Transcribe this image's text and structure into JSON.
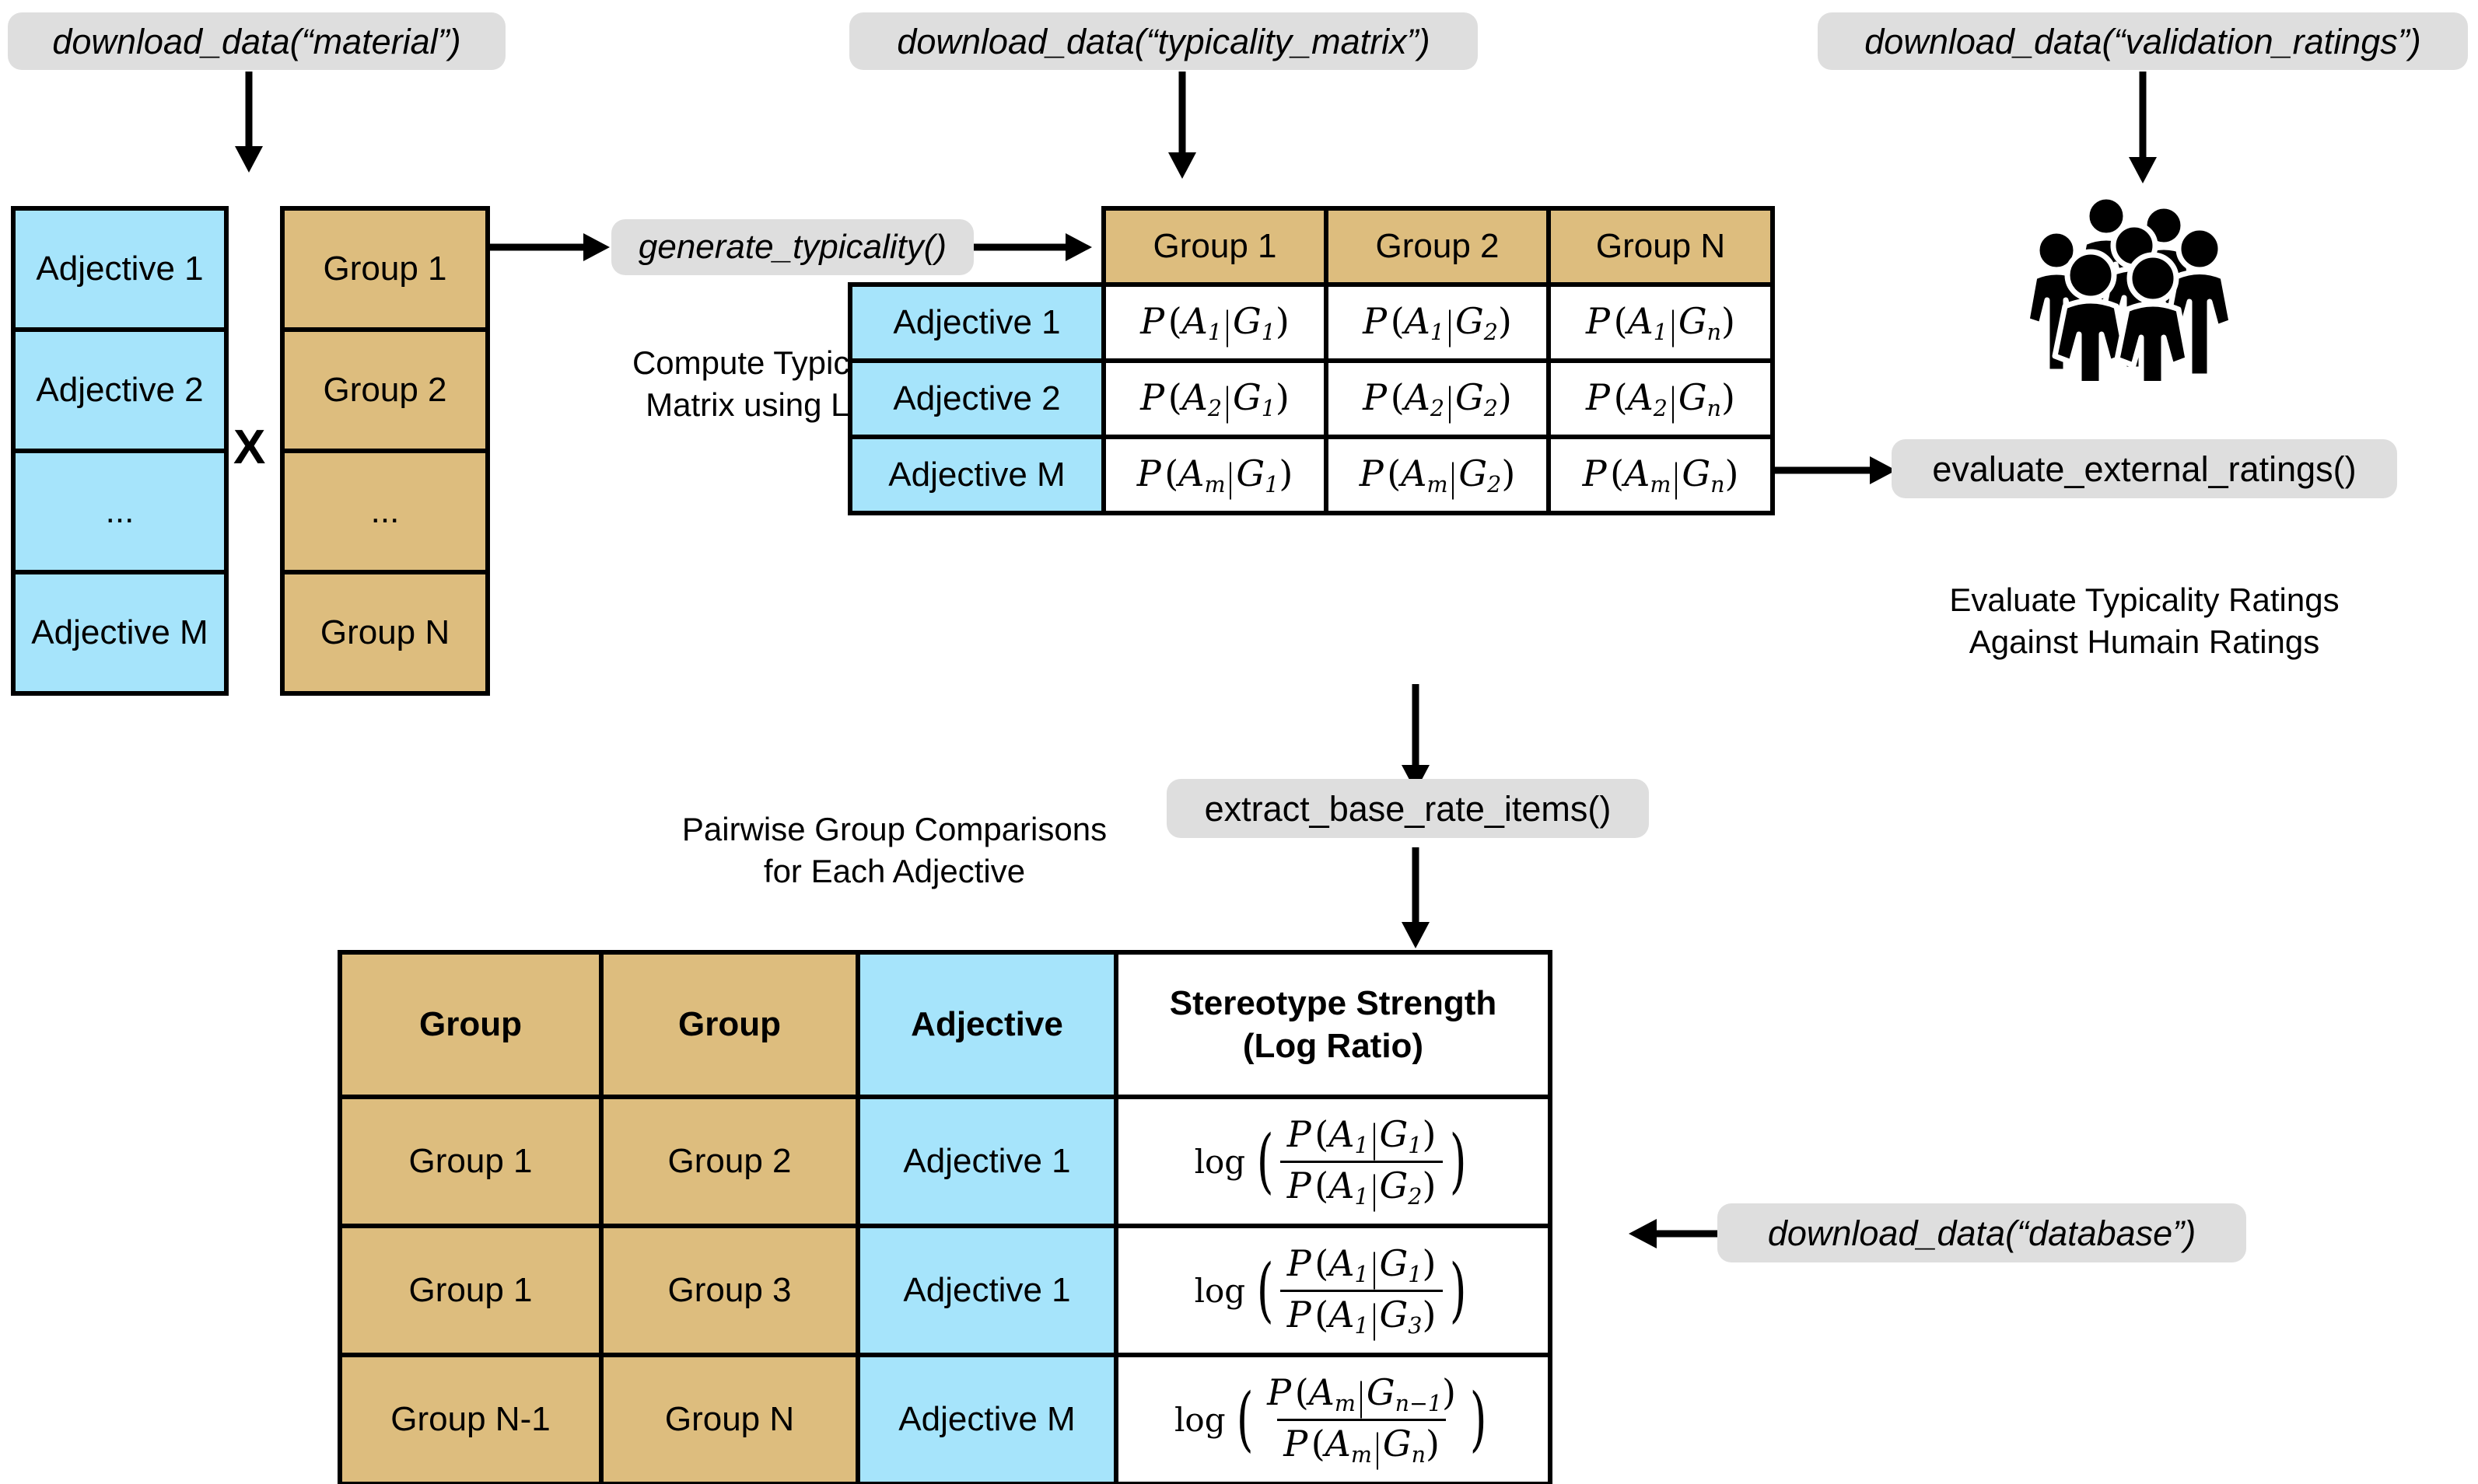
{
  "pills": {
    "download_material": "download_data(“material”)",
    "download_typicality_matrix": "download_data(“typicality_matrix”)",
    "download_validation_ratings": "download_data(“validation_ratings”)",
    "download_database": "download_data(“database”)",
    "generate_typicality": "generate_typicality()",
    "evaluate_external_ratings": "evaluate_external_ratings()",
    "extract_base_rate_items": "extract_base_rate_items()"
  },
  "captions": {
    "compute_typicality": "Compute Typicality\nMatrix using LLM",
    "evaluate_ratings": "Evaluate Typicality Ratings\nAgainst Humain Ratings",
    "pairwise": "Pairwise Group Comparisons\nfor Each Adjective"
  },
  "adjective_stack": {
    "items": [
      "Adjective 1",
      "Adjective 2",
      "...",
      "Adjective M"
    ]
  },
  "group_stack": {
    "items": [
      "Group 1",
      "Group 2",
      "...",
      "Group N"
    ]
  },
  "operator": {
    "times": "X"
  },
  "typicality_matrix": {
    "column_headers": [
      "Group 1",
      "Group 2",
      "Group N"
    ],
    "row_headers": [
      "Adjective 1",
      "Adjective 2",
      "Adjective M"
    ],
    "cells": [
      [
        {
          "a": "A",
          "asub": "1",
          "g": "G",
          "gsub": "1"
        },
        {
          "a": "A",
          "asub": "1",
          "g": "G",
          "gsub": "2"
        },
        {
          "a": "A",
          "asub": "1",
          "g": "G",
          "gsub": "n"
        }
      ],
      [
        {
          "a": "A",
          "asub": "2",
          "g": "G",
          "gsub": "1"
        },
        {
          "a": "A",
          "asub": "2",
          "g": "G",
          "gsub": "2"
        },
        {
          "a": "A",
          "asub": "2",
          "g": "G",
          "gsub": "n"
        }
      ],
      [
        {
          "a": "A",
          "asub": "m",
          "g": "G",
          "gsub": "1"
        },
        {
          "a": "A",
          "asub": "m",
          "g": "G",
          "gsub": "2"
        },
        {
          "a": "A",
          "asub": "m",
          "g": "G",
          "gsub": "n"
        }
      ]
    ]
  },
  "base_rate_table": {
    "headers": [
      "Group",
      "Group",
      "Adjective",
      "Stereotype Strength\n(Log Ratio)"
    ],
    "rows": [
      {
        "group_a": "Group 1",
        "group_b": "Group 2",
        "adjective": "Adjective 1",
        "formula": {
          "log": "log",
          "num": {
            "a": "A",
            "asub": "1",
            "g": "G",
            "gsub": "1"
          },
          "den": {
            "a": "A",
            "asub": "1",
            "g": "G",
            "gsub": "2"
          }
        }
      },
      {
        "group_a": "Group 1",
        "group_b": "Group 3",
        "adjective": "Adjective 1",
        "formula": {
          "log": "log",
          "num": {
            "a": "A",
            "asub": "1",
            "g": "G",
            "gsub": "1"
          },
          "den": {
            "a": "A",
            "asub": "1",
            "g": "G",
            "gsub": "3"
          }
        }
      },
      {
        "group_a": "Group N-1",
        "group_b": "Group N",
        "adjective": "Adjective M",
        "formula": {
          "log": "log",
          "num": {
            "a": "A",
            "asub": "m",
            "g": "G",
            "gsub": "n−1"
          },
          "den": {
            "a": "A",
            "asub": "m",
            "g": "G",
            "gsub": "n"
          }
        }
      }
    ]
  },
  "icons": {
    "crowd": "crowd-of-people-icon"
  },
  "colors": {
    "blue": "#a6e4fb",
    "tan": "#ddbd7e",
    "pill_grey": "#dedede",
    "stroke": "#000000",
    "background": "#ffffff"
  }
}
